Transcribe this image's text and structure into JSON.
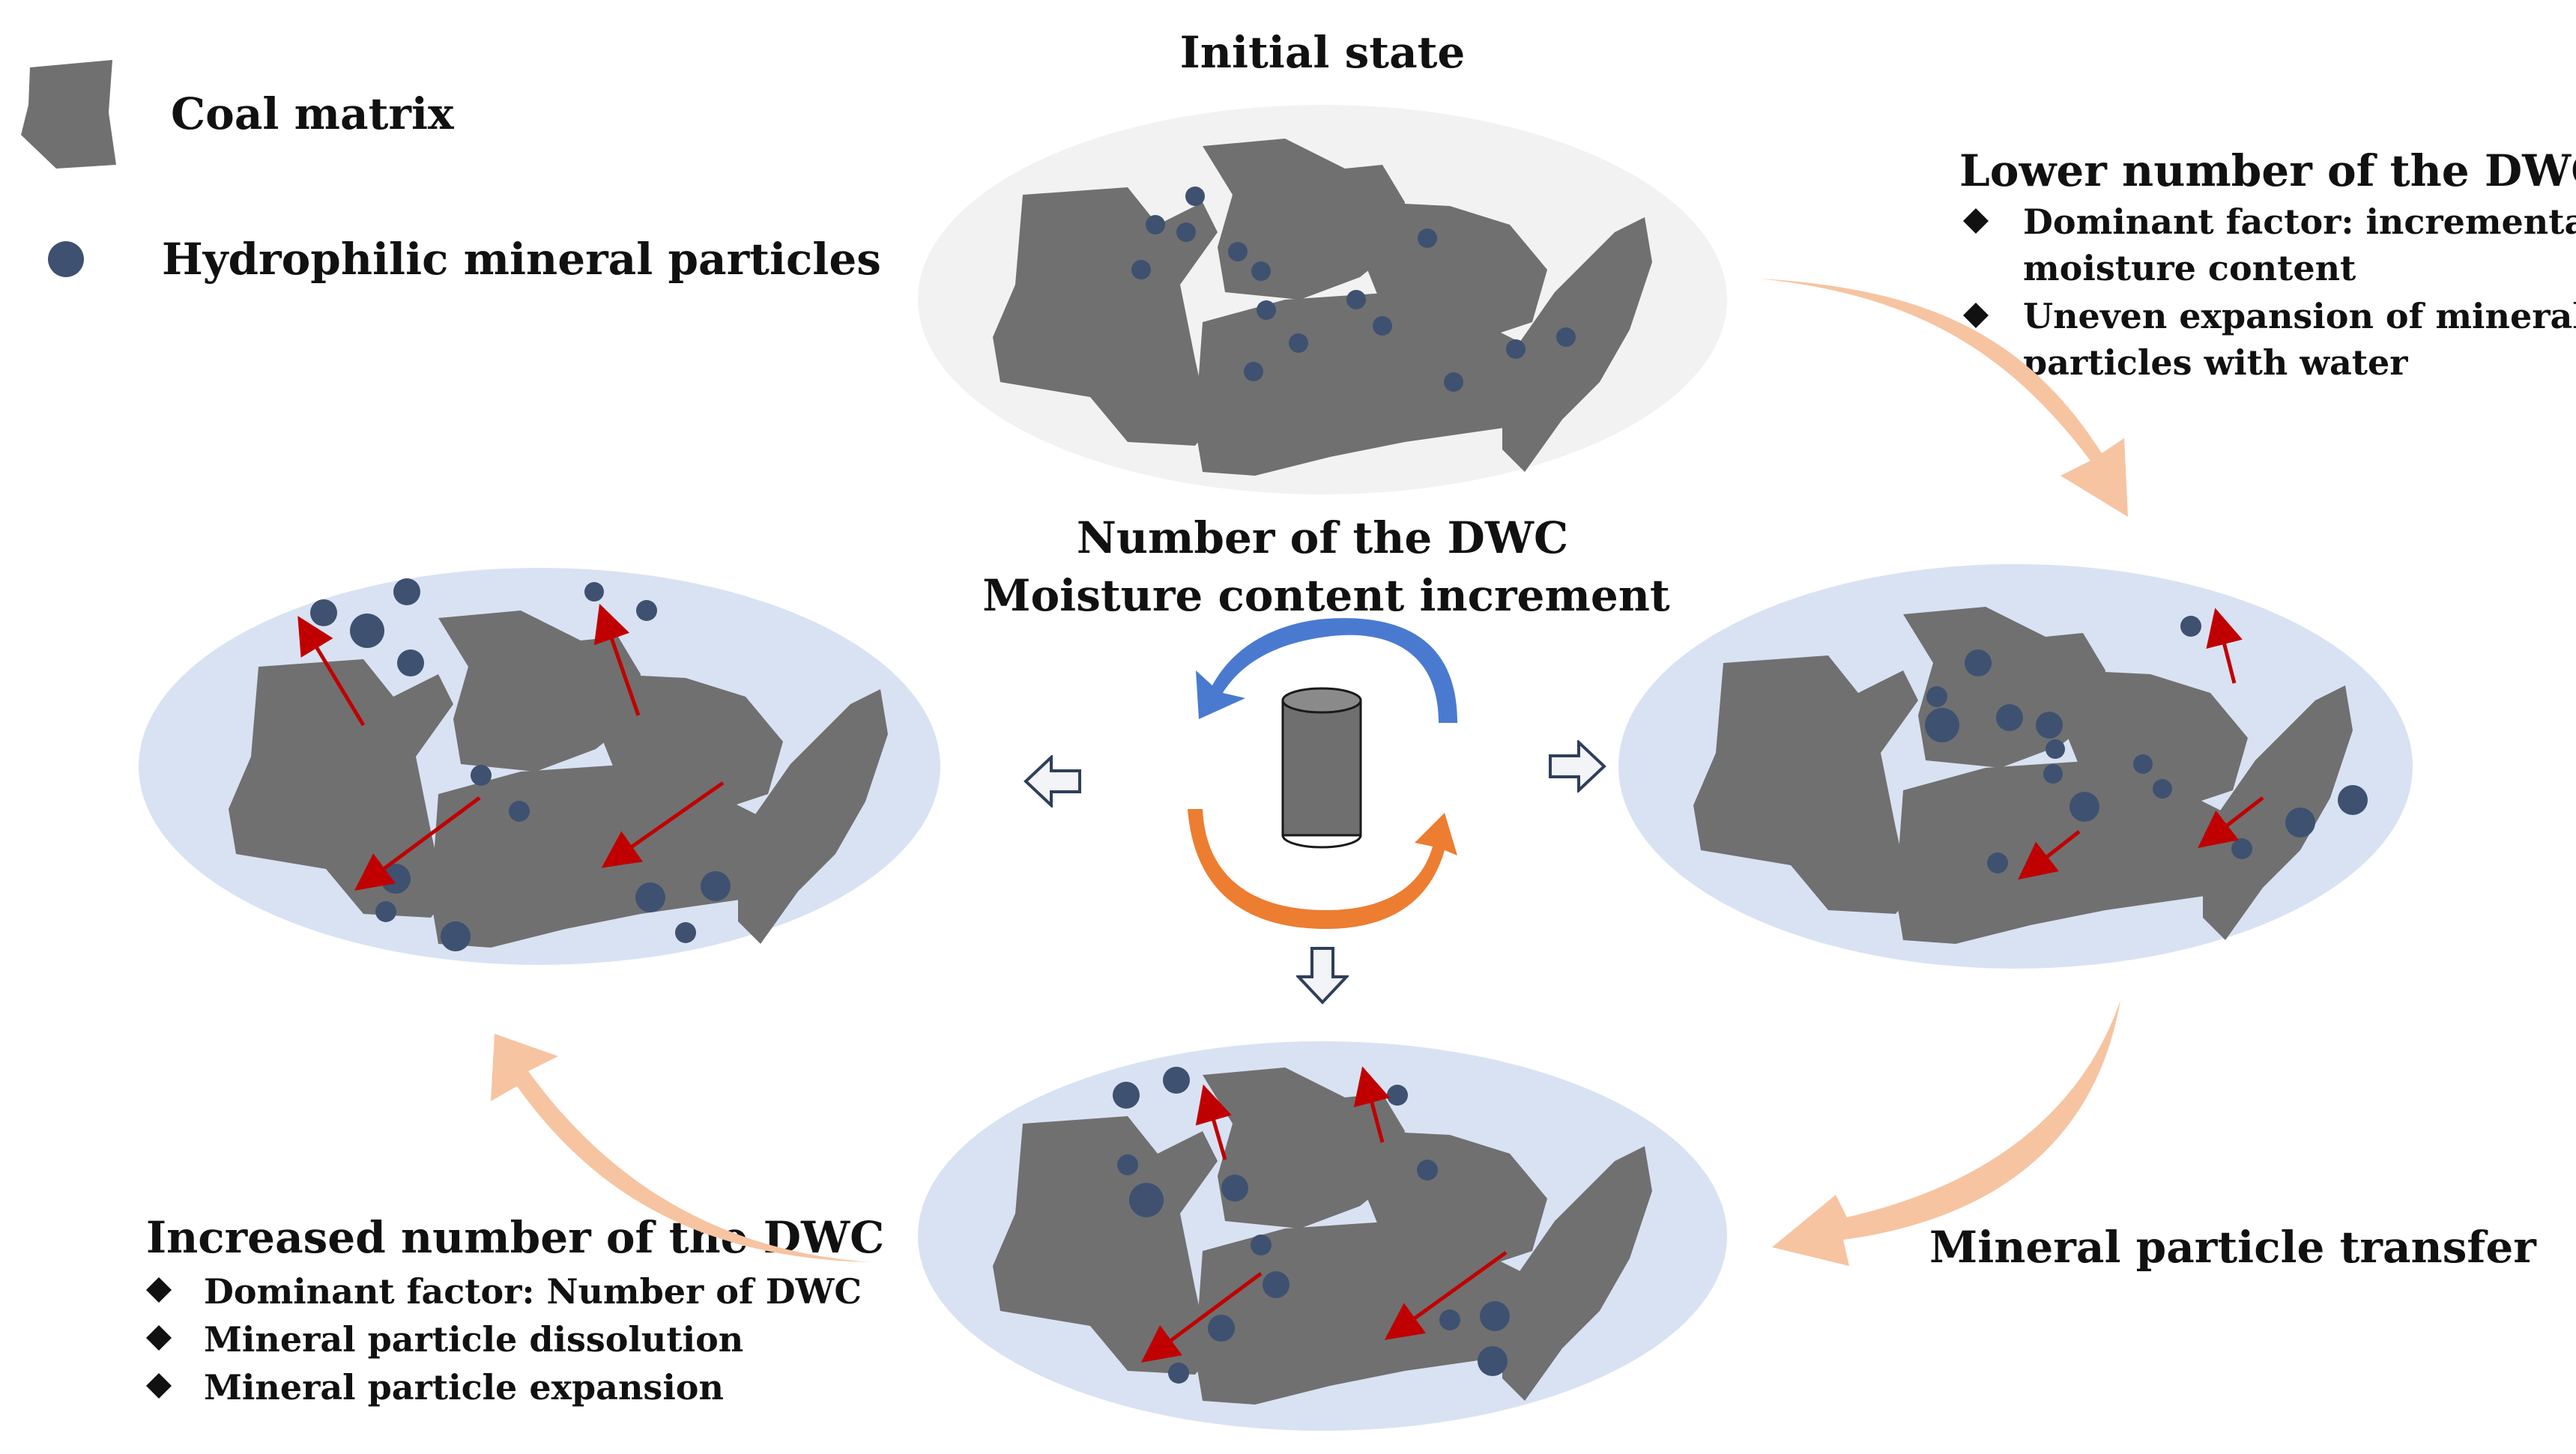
{
  "legend": {
    "coal_matrix": "Coal matrix",
    "mineral_particles": "Hydrophilic mineral particles"
  },
  "states": {
    "initial": "Initial state",
    "lower": {
      "title": "Lower number of the DWC",
      "bullets": [
        "Dominant factor: incremental",
        "moisture content",
        "Uneven expansion of mineral",
        "particles with water"
      ]
    },
    "transfer": "Mineral particle transfer",
    "increased": {
      "title": "Increased number of the DWC",
      "bullets": [
        "Dominant factor: Number of DWC",
        "Mineral particle dissolution",
        "Mineral particle expansion"
      ]
    }
  },
  "center": {
    "line1": "Number of the DWC",
    "line2": "Moisture content increment"
  },
  "colors": {
    "coal": "#707070",
    "particle": "#3f5170",
    "ellipse_initial": "#f2f2f2",
    "ellipse_wet": "#d9e2f3",
    "flow_arrow": "#f6c4a1",
    "force_arrow": "#c00000",
    "cycle_blue": "#4a7ad0",
    "cycle_orange": "#ed7d31",
    "cylinder": "#6f6f6f"
  }
}
